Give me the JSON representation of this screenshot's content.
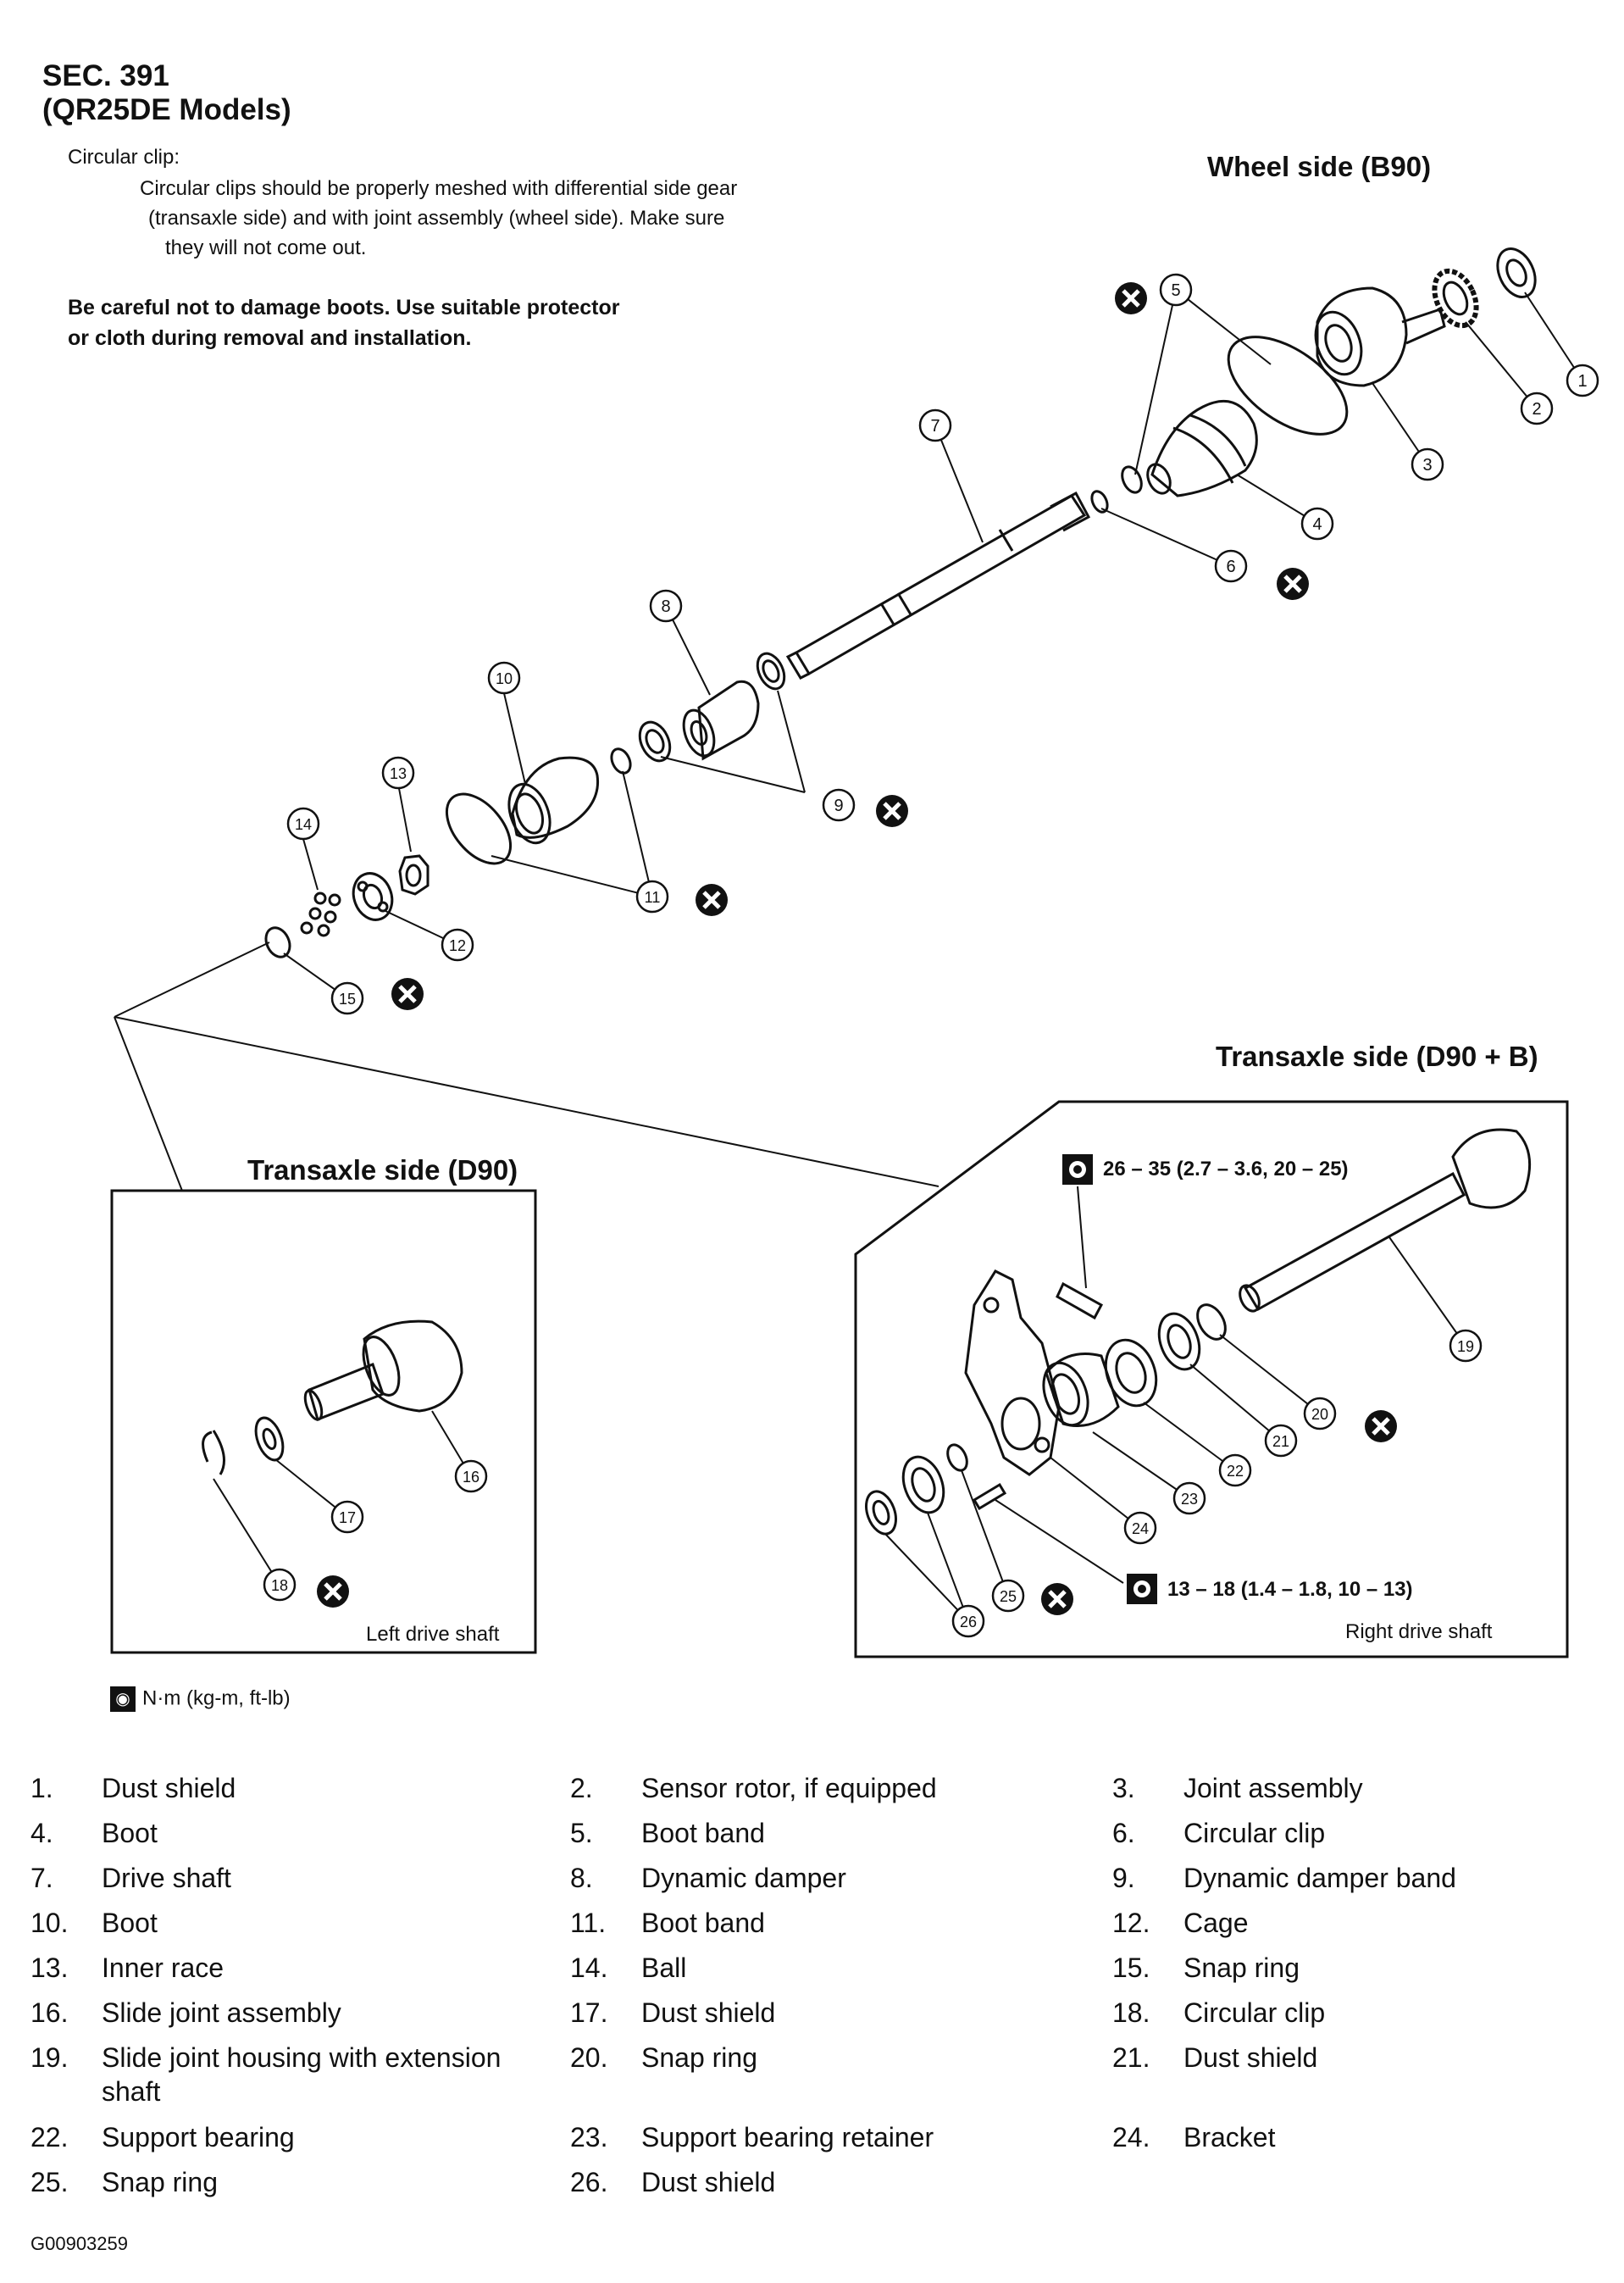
{
  "header": {
    "sec": "SEC. 391",
    "models": "(QR25DE Models)"
  },
  "notes": {
    "circular_clip_label": "Circular clip:",
    "circular_clip_text": [
      "Circular clips should be properly meshed with differential side gear",
      "(transaxle side) and with joint assembly (wheel side). Make sure",
      "they will not come out."
    ],
    "caution": [
      "Be careful not to damage boots. Use suitable protector",
      "or cloth during removal and installation."
    ]
  },
  "views": {
    "wheel_side": "Wheel side (B90)",
    "transaxle_d90": "Transaxle side (D90)",
    "transaxle_d90b": "Transaxle side (D90 + B)",
    "left_caption": "Left drive shaft",
    "right_caption": "Right drive shaft"
  },
  "torques": {
    "bracket_bolt": "26 – 35 (2.7 – 3.6, 20 – 25)",
    "lower_bolt": "13 – 18 (1.4 – 1.8, 10 – 13)"
  },
  "legend": {
    "unit": "N·m (kg-m, ft-lb)",
    "torque_icon": "torque-wrench-icon",
    "non_reusable_icon": "x-circle-icon"
  },
  "callouts": [
    "1",
    "2",
    "3",
    "4",
    "5",
    "6",
    "7",
    "8",
    "9",
    "10",
    "11",
    "12",
    "13",
    "14",
    "15",
    "16",
    "17",
    "18",
    "19",
    "20",
    "21",
    "22",
    "23",
    "24",
    "25",
    "26"
  ],
  "parts": [
    {
      "num": "1.",
      "name": "Dust shield"
    },
    {
      "num": "2.",
      "name": "Sensor rotor, if equipped"
    },
    {
      "num": "3.",
      "name": "Joint assembly"
    },
    {
      "num": "4.",
      "name": "Boot"
    },
    {
      "num": "5.",
      "name": "Boot band"
    },
    {
      "num": "6.",
      "name": "Circular clip"
    },
    {
      "num": "7.",
      "name": "Drive shaft"
    },
    {
      "num": "8.",
      "name": "Dynamic damper"
    },
    {
      "num": "9.",
      "name": "Dynamic damper band"
    },
    {
      "num": "10.",
      "name": "Boot"
    },
    {
      "num": "11.",
      "name": "Boot band"
    },
    {
      "num": "12.",
      "name": "Cage"
    },
    {
      "num": "13.",
      "name": "Inner race"
    },
    {
      "num": "14.",
      "name": "Ball"
    },
    {
      "num": "15.",
      "name": "Snap ring"
    },
    {
      "num": "16.",
      "name": "Slide joint assembly"
    },
    {
      "num": "17.",
      "name": "Dust shield"
    },
    {
      "num": "18.",
      "name": "Circular clip"
    },
    {
      "num": "19.",
      "name": "Slide joint housing with extension shaft"
    },
    {
      "num": "20.",
      "name": "Snap ring"
    },
    {
      "num": "21.",
      "name": "Dust shield"
    },
    {
      "num": "22.",
      "name": "Support bearing"
    },
    {
      "num": "23.",
      "name": "Support bearing retainer"
    },
    {
      "num": "24.",
      "name": "Bracket"
    },
    {
      "num": "25.",
      "name": "Snap ring"
    },
    {
      "num": "26.",
      "name": "Dust shield"
    }
  ],
  "figure_id": "G00903259"
}
